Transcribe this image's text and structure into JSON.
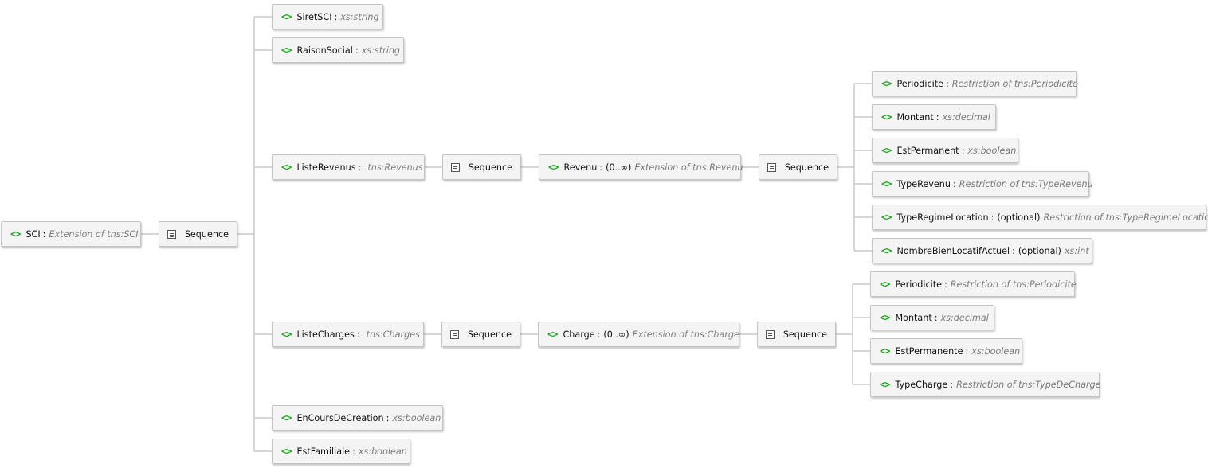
{
  "root": {
    "name": "SCI",
    "type": "Extension of tns:SCI"
  },
  "root_sequence": {
    "label": "Sequence"
  },
  "children": [
    {
      "name": "SiretSCI",
      "type": "xs:string"
    },
    {
      "name": "RaisonSocial",
      "type": "xs:string"
    },
    {
      "name": "ListeRevenus",
      "type": "tns:Revenus"
    },
    {
      "name": "ListeCharges",
      "type": "tns:Charges"
    },
    {
      "name": "EnCoursDeCreation",
      "type": "xs:boolean"
    },
    {
      "name": "EstFamiliale",
      "type": "xs:boolean"
    }
  ],
  "revenus": {
    "sequence1": "Sequence",
    "element": {
      "name": "Revenu",
      "occurrence": "(0..∞)",
      "type": "Extension of tns:Revenu"
    },
    "sequence2": "Sequence",
    "fields": [
      {
        "name": "Periodicite",
        "occurrence": "",
        "type": "Restriction of tns:Periodicite"
      },
      {
        "name": "Montant",
        "occurrence": "",
        "type": "xs:decimal"
      },
      {
        "name": "EstPermanent",
        "occurrence": "",
        "type": "xs:boolean"
      },
      {
        "name": "TypeRevenu",
        "occurrence": "",
        "type": "Restriction of tns:TypeRevenu"
      },
      {
        "name": "TypeRegimeLocation",
        "occurrence": "(optional)",
        "type": "Restriction of tns:TypeRegimeLocation"
      },
      {
        "name": "NombreBienLocatifActuel",
        "occurrence": "(optional)",
        "type": "xs:int"
      }
    ]
  },
  "charges": {
    "sequence1": "Sequence",
    "element": {
      "name": "Charge",
      "occurrence": "(0..∞)",
      "type": "Extension of tns:Charge"
    },
    "sequence2": "Sequence",
    "fields": [
      {
        "name": "Periodicite",
        "occurrence": "",
        "type": "Restriction of tns:Periodicite"
      },
      {
        "name": "Montant",
        "occurrence": "",
        "type": "xs:decimal"
      },
      {
        "name": "EstPermanente",
        "occurrence": "",
        "type": "xs:boolean"
      },
      {
        "name": "TypeCharge",
        "occurrence": "",
        "type": "Restriction of tns:TypeDeCharge"
      }
    ]
  },
  "colors": {
    "element_icon": "#1fa81f",
    "connector": "#c9c9c9",
    "type_text": "#7a7a7a",
    "node_bg": "#f4f4f4"
  },
  "icons": {
    "element": "element-icon",
    "sequence": "sequence-icon"
  }
}
